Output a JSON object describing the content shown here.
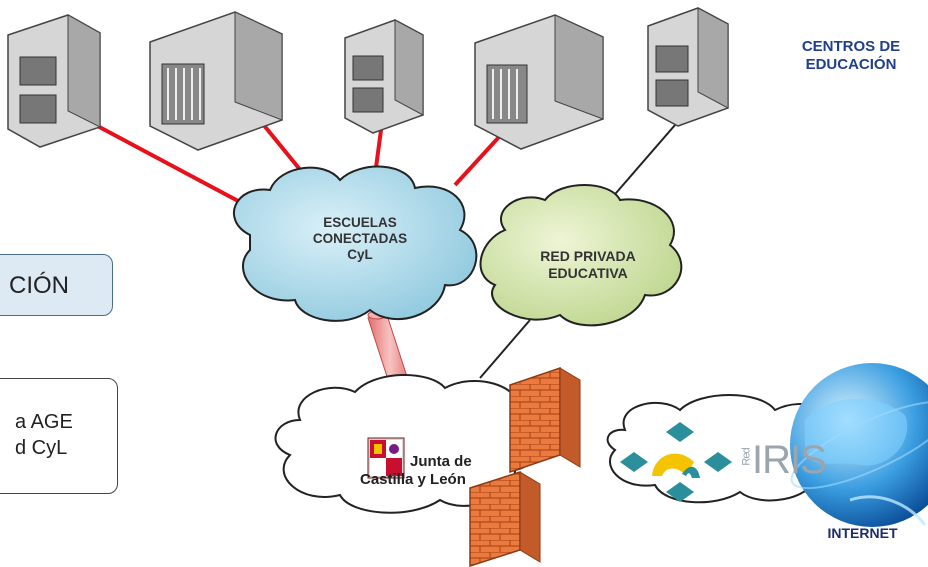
{
  "centros_label": "CENTROS DE EDUCACIÓN",
  "cloud_escuelas": {
    "line1": "ESCUELAS",
    "line2": "CONECTADAS",
    "line3": "CyL"
  },
  "cloud_red_privada": {
    "line1": "RED PRIVADA",
    "line2": "EDUCATIVA"
  },
  "left_box_1": {
    "text": "CIÓN"
  },
  "left_box_2": {
    "line1": "a AGE",
    "line2": "d CyL"
  },
  "junta_logo": {
    "line1": "Junta de",
    "line2": "Castilla y León"
  },
  "rediris_logo": {
    "text": "IRIS",
    "prefix": "Red"
  },
  "internet_label": "INTERNET",
  "colors": {
    "red_link": "#e8101a",
    "black_link": "#222222",
    "blue_cloud": "#a8d6e8",
    "green_cloud": "#cde0a4",
    "firewall": "#e8733a"
  }
}
